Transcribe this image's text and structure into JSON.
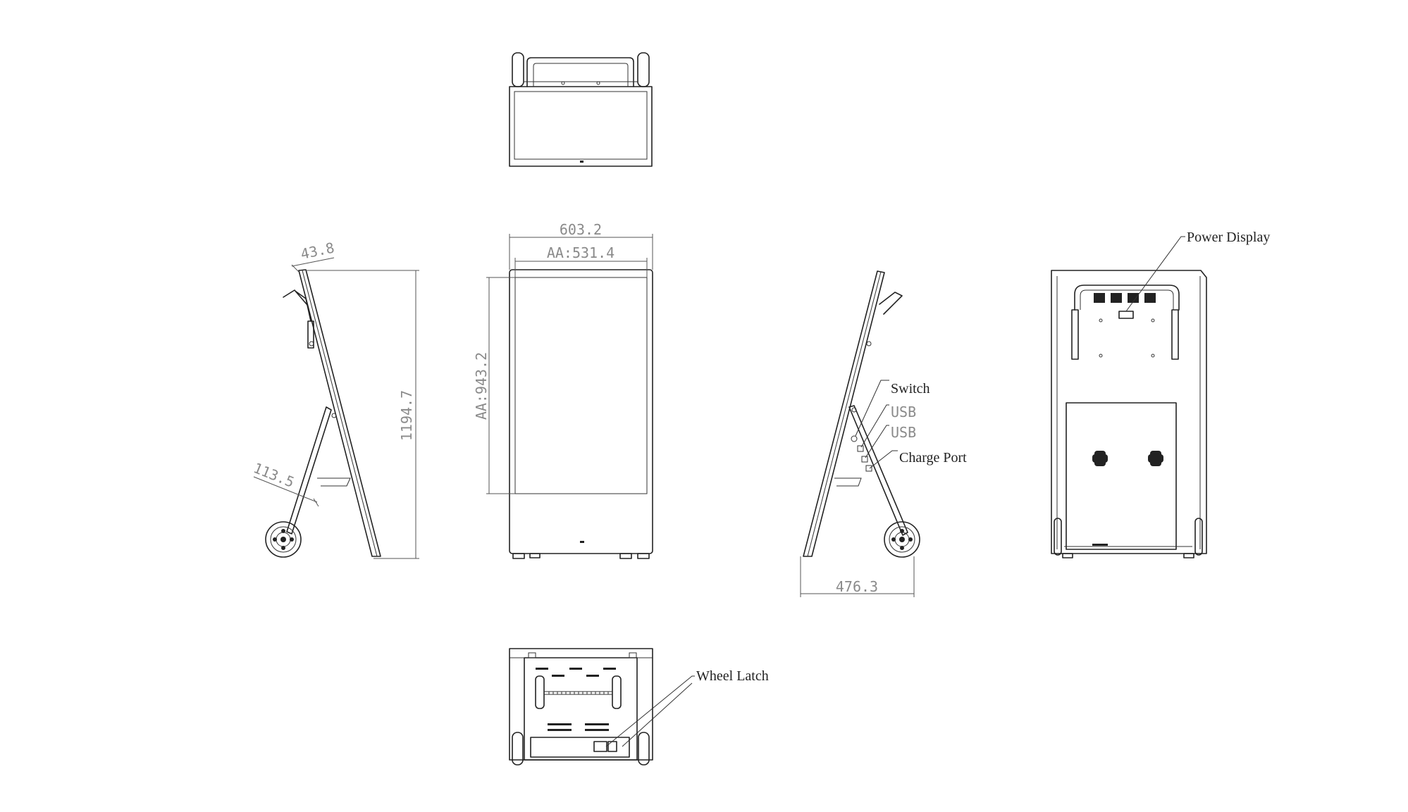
{
  "callouts": {
    "power_display": "Power Display",
    "switch": "Switch",
    "usb_1": "USB",
    "usb_2": "USB",
    "charge_port": "Charge Port",
    "wheel_latch": "Wheel Latch"
  },
  "dimensions": {
    "overall_width": "603.2",
    "active_area_width": "AA:531.4",
    "active_area_height": "AA:943.2",
    "overall_height": "1194.7",
    "thickness": "43.8",
    "stand_depth": "113.5",
    "base_depth": "476.3"
  }
}
